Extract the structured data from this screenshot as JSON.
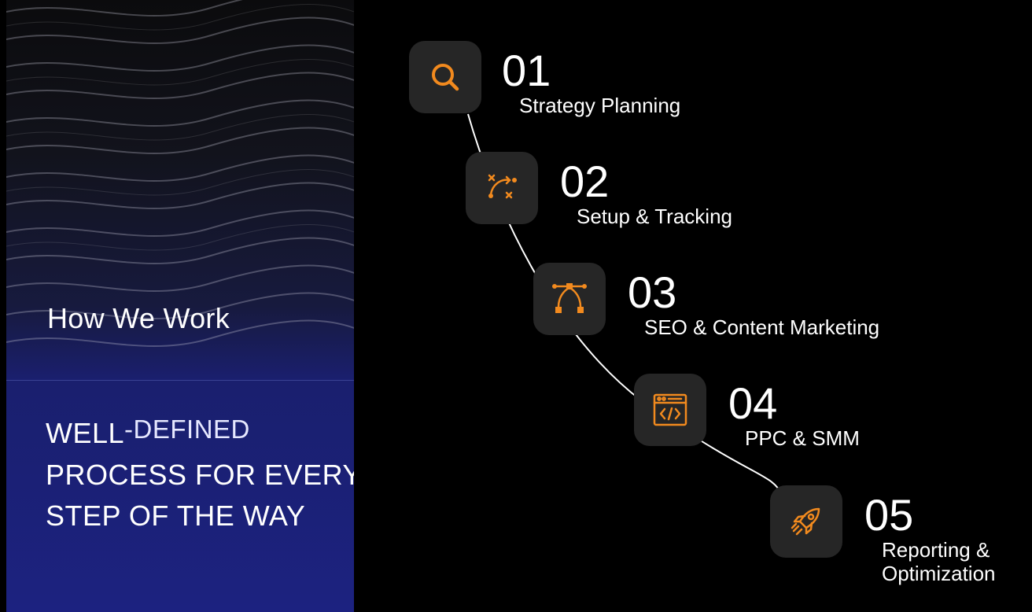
{
  "left": {
    "section_label": "How We Work",
    "headline": {
      "part1": "WELL",
      "part2": "-DEFINED",
      "line2": "PROCESS FOR EVERY",
      "line3": "STEP OF THE WAY"
    }
  },
  "steps": [
    {
      "number": "01",
      "title": "Strategy Planning",
      "icon": "search-icon"
    },
    {
      "number": "02",
      "title": "Setup & Tracking",
      "icon": "strategy-play-icon"
    },
    {
      "number": "03",
      "title": "SEO & Content Marketing",
      "icon": "vector-path-icon"
    },
    {
      "number": "04",
      "title": "PPC & SMM",
      "icon": "code-window-icon"
    },
    {
      "number": "05",
      "title_line1": "Reporting &",
      "title_line2": "Optimization",
      "icon": "rocket-icon"
    }
  ],
  "colors": {
    "accent": "#F28A1E",
    "tile": "#262626",
    "background": "#000000",
    "panel_blue": "#1C2280"
  }
}
